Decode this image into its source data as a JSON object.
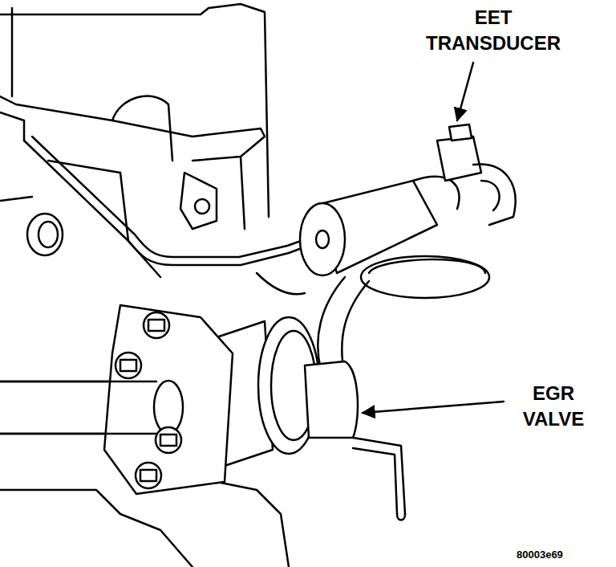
{
  "diagram": {
    "labels": [
      "EET TRANSDUCER",
      "EGR VALVE",
      "80003e69"
    ]
  }
}
